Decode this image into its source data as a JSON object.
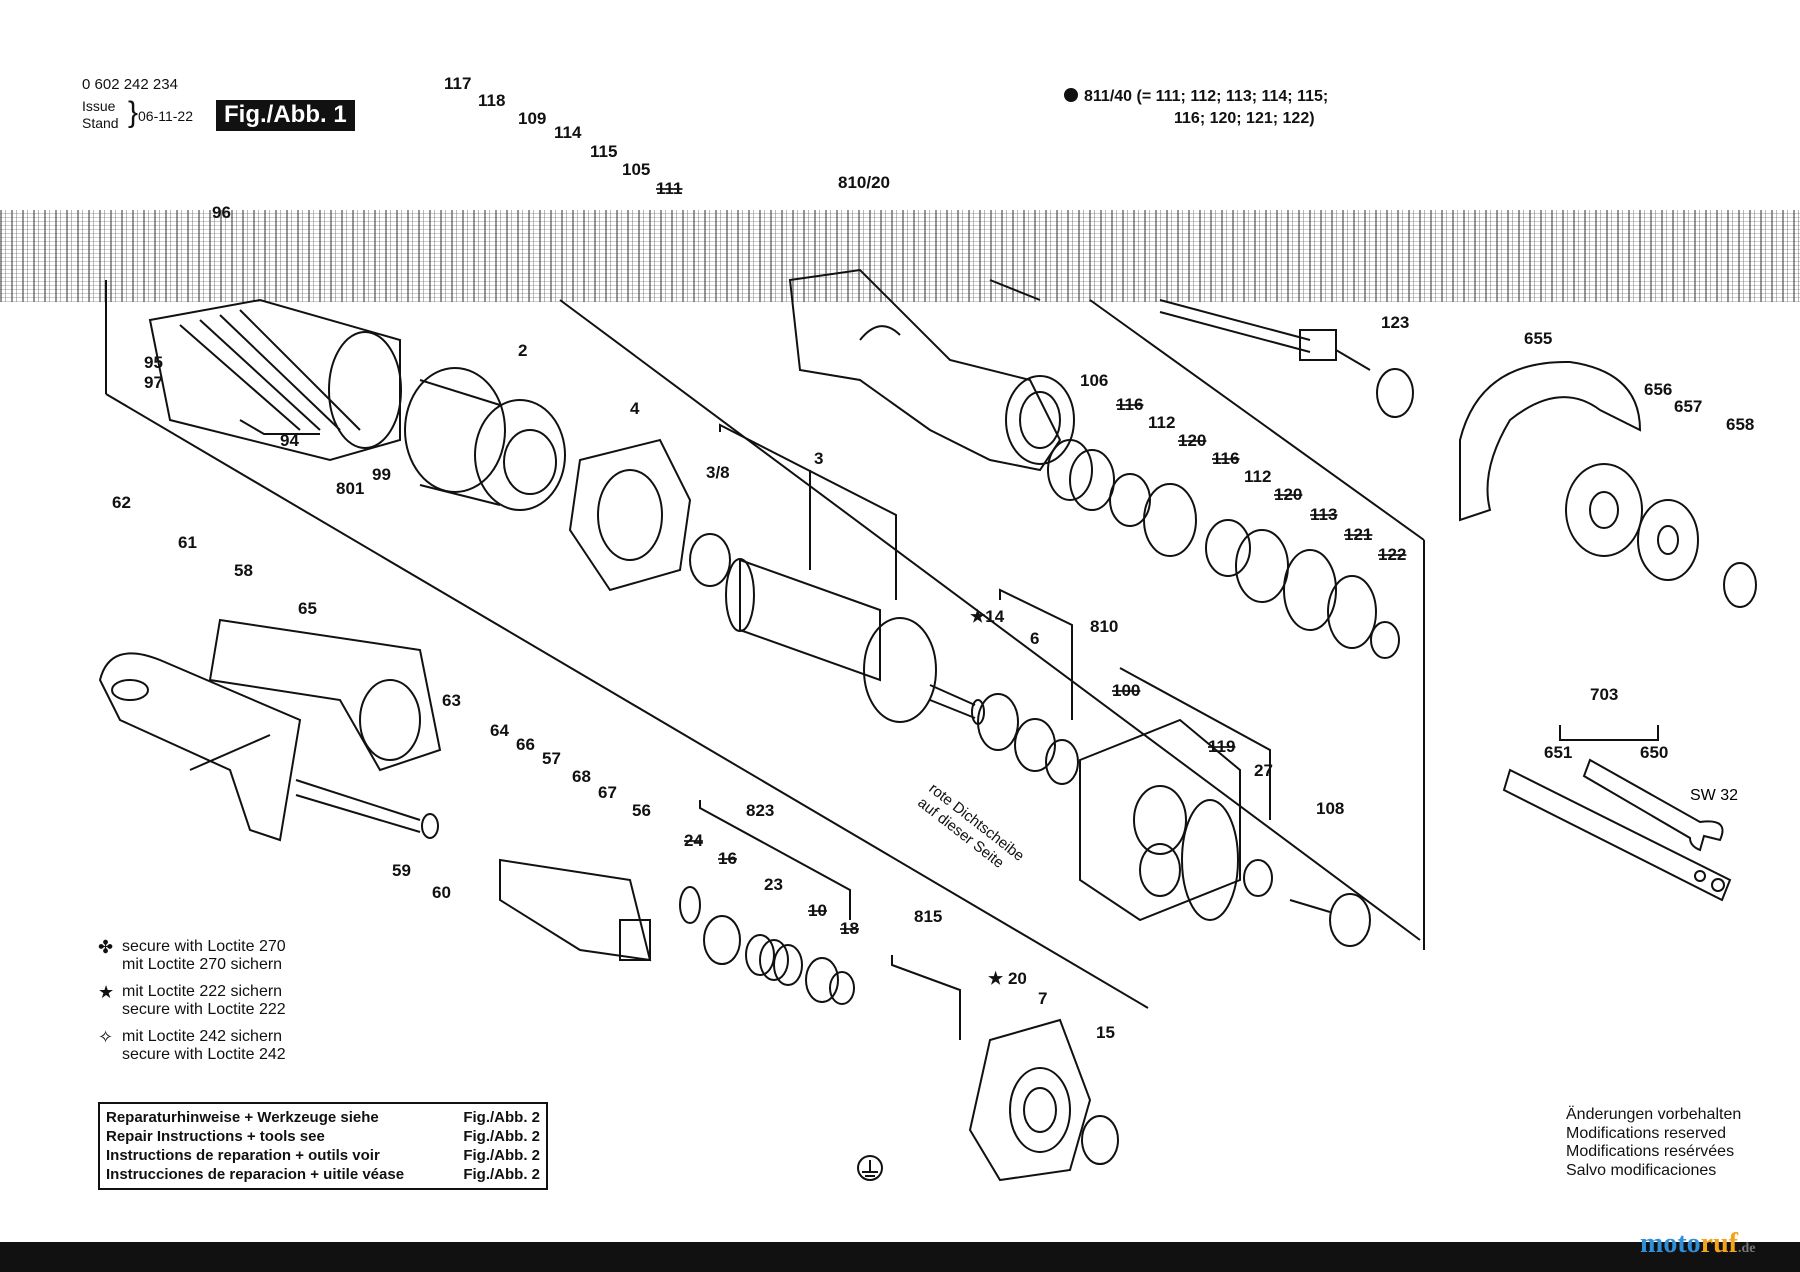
{
  "header": {
    "part_number": "0 602 242 234",
    "issue_label": "Issue",
    "stand_label": "Stand",
    "date": "06-11-22",
    "figure": "Fig./Abb. 1"
  },
  "kit": {
    "line1": "811/40 (= 111; 112; 113; 114; 115;",
    "line2": "116; 120; 121; 122)"
  },
  "labels": [
    {
      "id": "117",
      "text": "117"
    },
    {
      "id": "118",
      "text": "118"
    },
    {
      "id": "109",
      "text": "109"
    },
    {
      "id": "114",
      "text": "114"
    },
    {
      "id": "115",
      "text": "115"
    },
    {
      "id": "105",
      "text": "105"
    },
    {
      "id": "111",
      "text": "111"
    },
    {
      "id": "810_20",
      "text": "810/20"
    },
    {
      "id": "96",
      "text": "96"
    },
    {
      "id": "2",
      "text": "2"
    },
    {
      "id": "95",
      "text": "95"
    },
    {
      "id": "97",
      "text": "97"
    },
    {
      "id": "94",
      "text": "94"
    },
    {
      "id": "801",
      "text": "801"
    },
    {
      "id": "99",
      "text": "99"
    },
    {
      "id": "4",
      "text": "4"
    },
    {
      "id": "123",
      "text": "123"
    },
    {
      "id": "655",
      "text": "655"
    },
    {
      "id": "656",
      "text": "656"
    },
    {
      "id": "657",
      "text": "657"
    },
    {
      "id": "658",
      "text": "658"
    },
    {
      "id": "106",
      "text": "106"
    },
    {
      "id": "116a",
      "text": "116"
    },
    {
      "id": "112a",
      "text": "112"
    },
    {
      "id": "120a",
      "text": "120"
    },
    {
      "id": "116b",
      "text": "116"
    },
    {
      "id": "112b",
      "text": "112"
    },
    {
      "id": "120b",
      "text": "120"
    },
    {
      "id": "113",
      "text": "113"
    },
    {
      "id": "121",
      "text": "121"
    },
    {
      "id": "122",
      "text": "122"
    },
    {
      "id": "3_8",
      "text": "3/8"
    },
    {
      "id": "3",
      "text": "3"
    },
    {
      "id": "62",
      "text": "62"
    },
    {
      "id": "61",
      "text": "61"
    },
    {
      "id": "58",
      "text": "58"
    },
    {
      "id": "65",
      "text": "65"
    },
    {
      "id": "14",
      "text": "★14"
    },
    {
      "id": "6",
      "text": "6"
    },
    {
      "id": "810",
      "text": "810"
    },
    {
      "id": "100",
      "text": "100"
    },
    {
      "id": "119",
      "text": "119"
    },
    {
      "id": "27",
      "text": "27"
    },
    {
      "id": "703",
      "text": "703"
    },
    {
      "id": "651",
      "text": "651"
    },
    {
      "id": "650",
      "text": "650"
    },
    {
      "id": "63",
      "text": "63"
    },
    {
      "id": "64",
      "text": "64"
    },
    {
      "id": "66",
      "text": "66"
    },
    {
      "id": "57",
      "text": "57"
    },
    {
      "id": "68",
      "text": "68"
    },
    {
      "id": "67",
      "text": "67"
    },
    {
      "id": "56",
      "text": "56"
    },
    {
      "id": "59",
      "text": "59"
    },
    {
      "id": "60",
      "text": "60"
    },
    {
      "id": "823",
      "text": "823"
    },
    {
      "id": "24",
      "text": "24"
    },
    {
      "id": "16",
      "text": "16"
    },
    {
      "id": "23",
      "text": "23"
    },
    {
      "id": "10",
      "text": "10"
    },
    {
      "id": "18",
      "text": "18"
    },
    {
      "id": "108",
      "text": "108"
    },
    {
      "id": "815",
      "text": "815"
    },
    {
      "id": "20",
      "text": "★ 20"
    },
    {
      "id": "7",
      "text": "7"
    },
    {
      "id": "15",
      "text": "15"
    }
  ],
  "sw_label": "SW 32",
  "seal_note": {
    "line1": "rote Dichtscheibe",
    "line2": "auf dieser Seite"
  },
  "legend": [
    {
      "symbol": "✤",
      "line1": "secure with Loctite 270",
      "line2": "mit Loctite 270 sichern"
    },
    {
      "symbol": "★",
      "line1": "mit Loctite 222 sichern",
      "line2": "secure with Loctite 222"
    },
    {
      "symbol": "✧",
      "line1": "mit Loctite 242 sichern",
      "line2": "secure with Loctite 242"
    }
  ],
  "repair": [
    {
      "text": "Reparaturhinweise + Werkzeuge siehe",
      "fig": "Fig./Abb. 2"
    },
    {
      "text": "Repair Instructions + tools see",
      "fig": "Fig./Abb. 2"
    },
    {
      "text": "Instructions de reparation + outils voir",
      "fig": "Fig./Abb. 2"
    },
    {
      "text": "Instrucciones de reparacion + uitile véase",
      "fig": "Fig./Abb. 2"
    }
  ],
  "modifications": [
    "Änderungen vorbehalten",
    "Modifications reserved",
    "Modifications resérvées",
    "Salvo modificaciones"
  ],
  "watermark": {
    "part1": "moto",
    "part2": "ruf",
    "part3": ".de"
  }
}
